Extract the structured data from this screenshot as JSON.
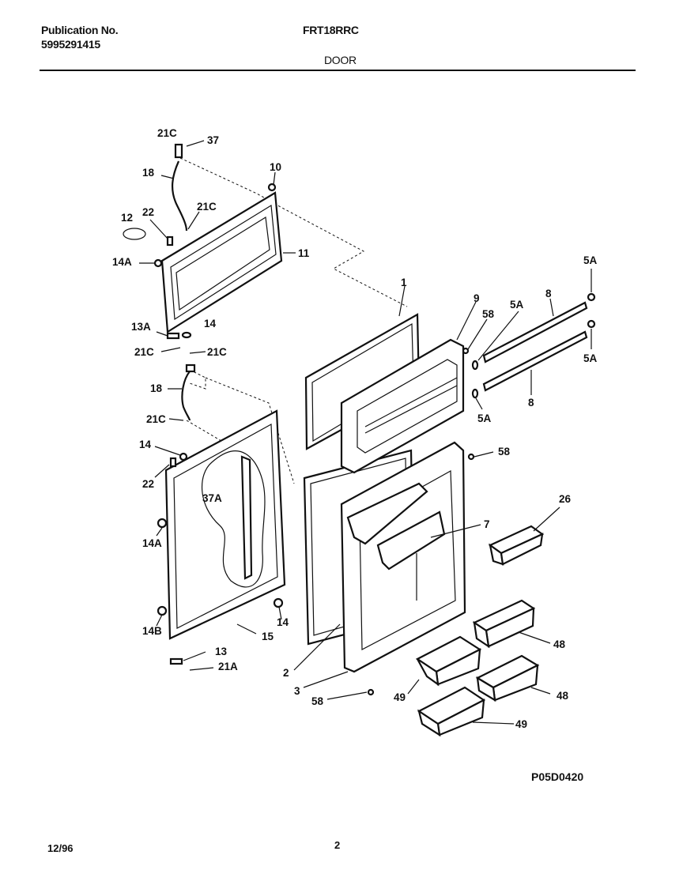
{
  "header": {
    "publication_label": "Publication No.",
    "publication_number": "5995291415",
    "model": "FRT18RRC",
    "section": "DOOR"
  },
  "figure": {
    "code": "P05D0420",
    "callouts": {
      "c21C_a": "21C",
      "c37": "37",
      "c18_a": "18",
      "c10": "10",
      "c12": "12",
      "c22_a": "22",
      "c21C_b": "21C",
      "c14A_a": "14A",
      "c11": "11",
      "c13A": "13A",
      "c14_a": "14",
      "c21C_c": "21C",
      "c21C_d": "21C",
      "c18_b": "18",
      "c21C_e": "21C",
      "c14_b": "14",
      "c22_b": "22",
      "c37A": "37A",
      "c14A_b": "14A",
      "c14B": "14B",
      "c15": "15",
      "c14_c": "14",
      "c13": "13",
      "c21A": "21A",
      "c1": "1",
      "c9": "9",
      "c58_a": "58",
      "c5A_a": "5A",
      "c8_a": "8",
      "c5A_b": "5A",
      "c5A_c": "5A",
      "c5A_d": "5A",
      "c8_b": "8",
      "c58_b": "58",
      "c26": "26",
      "c7": "7",
      "c2": "2",
      "c3": "3",
      "c58_c": "58",
      "c48_a": "48",
      "c49_a": "49",
      "c48_b": "48",
      "c49_b": "49"
    }
  },
  "footer": {
    "date": "12/96",
    "page": "2"
  }
}
